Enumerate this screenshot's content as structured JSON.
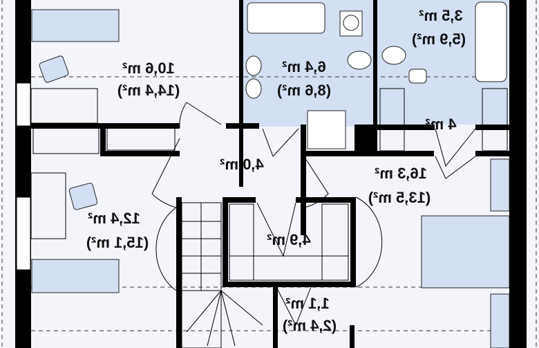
{
  "plan": {
    "colors": {
      "background": "#f3f5fb",
      "wet_room": "#d3e0f3",
      "wall": "#000000"
    },
    "rooms": [
      {
        "name": "bedroom-top-left",
        "area": "10,6 m²",
        "area_alt": "(14,4 m²)"
      },
      {
        "name": "bathroom-main",
        "area": "6,4 m²",
        "area_alt": "(8,6 m²)"
      },
      {
        "name": "bathroom-small",
        "area": "3,5 m²",
        "area_alt": "(5,9 m²)"
      },
      {
        "name": "walk-in-closet-right",
        "area": "4 m²"
      },
      {
        "name": "hall",
        "area": "4,0 m²"
      },
      {
        "name": "bedroom-right",
        "area": "16,3 m²",
        "area_alt": "(13,5 m²)"
      },
      {
        "name": "bedroom-left",
        "area": "12,4 m²",
        "area_alt": "(15,1 m²)"
      },
      {
        "name": "walk-in-closet-center",
        "area": "4,9 m²"
      },
      {
        "name": "storage",
        "area": "1,1 m²",
        "area_alt": "(2,4 m²)"
      }
    ]
  }
}
